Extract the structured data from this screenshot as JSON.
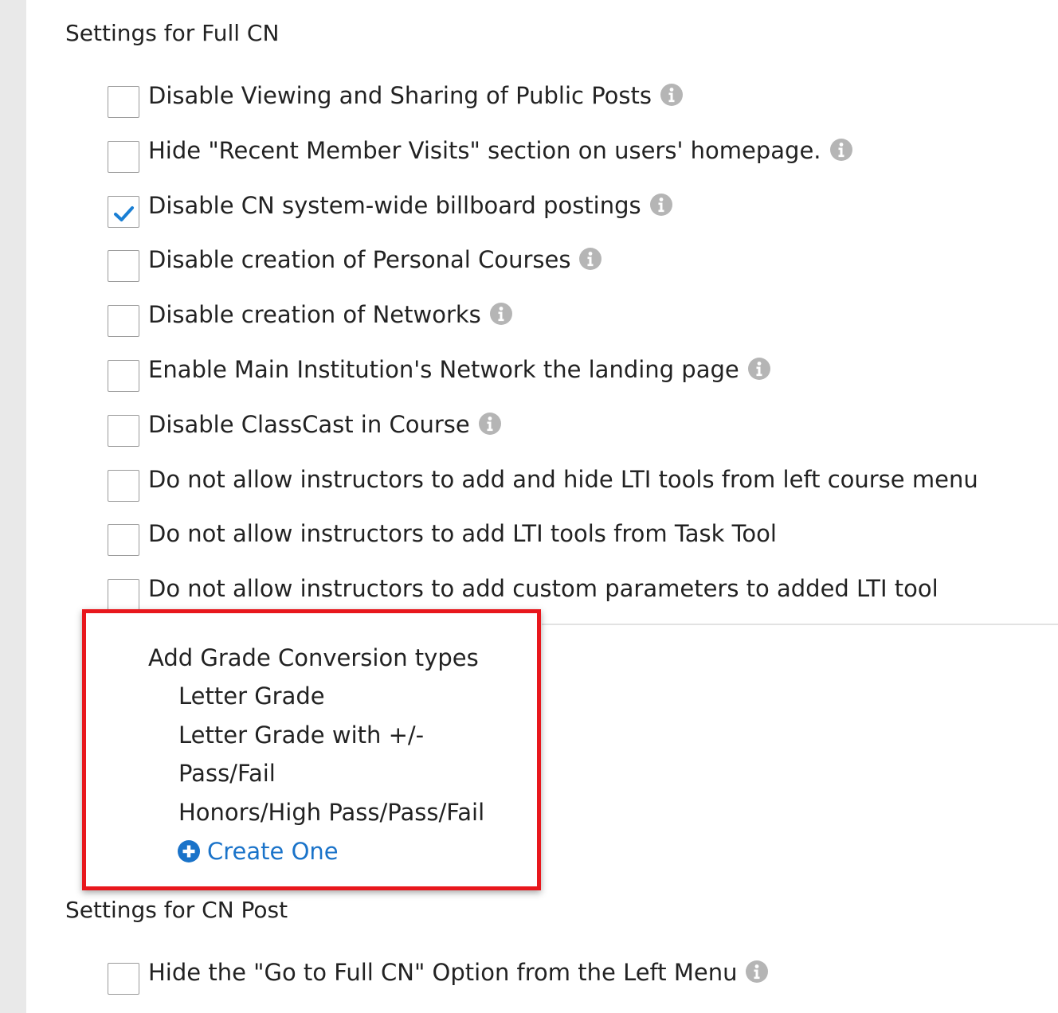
{
  "sections": {
    "full_cn": {
      "title": "Settings for Full CN",
      "options": [
        {
          "label": "Disable Viewing and Sharing of Public Posts",
          "checked": false,
          "info": true
        },
        {
          "label": "Hide \"Recent Member Visits\" section on users' homepage.",
          "checked": false,
          "info": true
        },
        {
          "label": "Disable CN system-wide billboard postings",
          "checked": true,
          "info": true
        },
        {
          "label": "Disable creation of Personal Courses",
          "checked": false,
          "info": true
        },
        {
          "label": "Disable creation of Networks",
          "checked": false,
          "info": true
        },
        {
          "label": "Enable Main Institution's Network the landing page",
          "checked": false,
          "info": true
        },
        {
          "label": "Disable ClassCast in Course",
          "checked": false,
          "info": true
        },
        {
          "label": "Do not allow instructors to add and hide LTI tools from left course menu",
          "checked": false,
          "info": false
        },
        {
          "label": "Do not allow instructors to add LTI tools from Task Tool",
          "checked": false,
          "info": false
        },
        {
          "label": "Do not allow instructors to add custom parameters to added LTI tool",
          "checked": false,
          "info": false
        }
      ]
    },
    "grade_conversion": {
      "title": "Add Grade Conversion types",
      "types": [
        "Letter Grade",
        "Letter Grade with +/-",
        "Pass/Fail",
        "Honors/High Pass/Pass/Fail"
      ],
      "create_label": "Create One"
    },
    "cn_post": {
      "title": "Settings for CN Post",
      "options": [
        {
          "label": "Hide the \"Go to Full CN\" Option from the Left Menu",
          "checked": false,
          "info": true
        }
      ]
    }
  },
  "colors": {
    "highlight": "#e8171c",
    "link": "#1a73c9",
    "check": "#1a7fd4",
    "info_icon": "#b5b5b5"
  }
}
